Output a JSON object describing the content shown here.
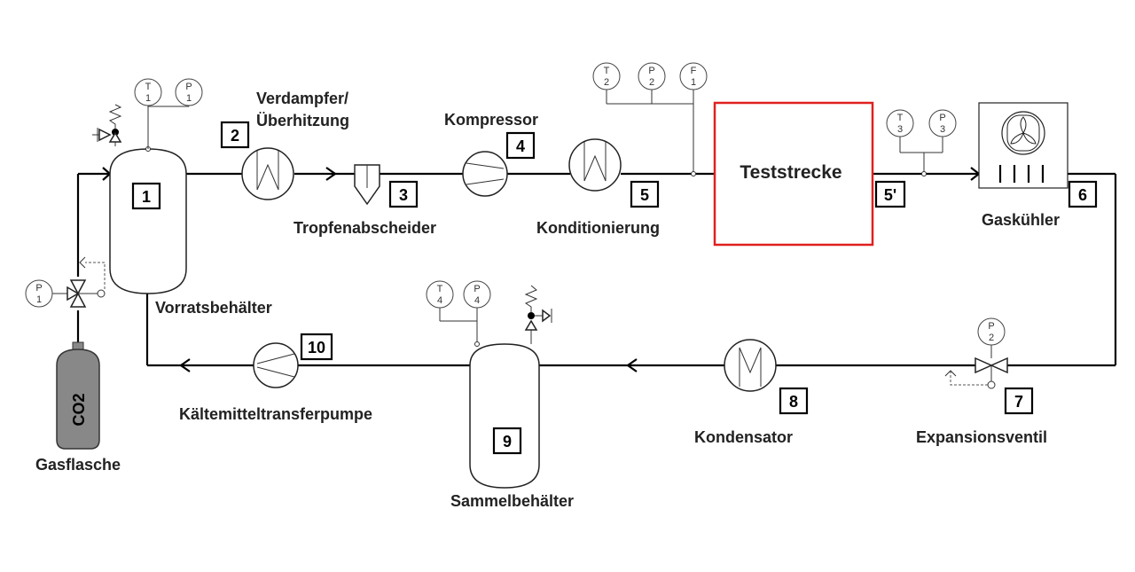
{
  "labels": {
    "verdampfer": "Verdampfer/",
    "verdampfer2": "Überhitzung",
    "kompressor": "Kompressor",
    "tropfen": "Tropfenabscheider",
    "konditionierung": "Konditionierung",
    "teststrecke": "Teststrecke",
    "gaskuehler": "Gaskühler",
    "vorrat": "Vorratsbehälter",
    "pumpe": "Kältemitteltransferpumpe",
    "sammel": "Sammelbehälter",
    "kondensator": "Kondensator",
    "expansion": "Expansionsventil",
    "gasflasche": "Gasflasche",
    "co2": "CO2"
  },
  "numbers": {
    "n1": "1",
    "n2": "2",
    "n3": "3",
    "n4": "4",
    "n5": "5",
    "n5p": "5'",
    "n6": "6",
    "n7": "7",
    "n8": "8",
    "n9": "9",
    "n10": "10"
  },
  "instruments": {
    "t1": [
      "T",
      "1"
    ],
    "p1a": [
      "P",
      "1"
    ],
    "t2": [
      "T",
      "2"
    ],
    "p2a": [
      "P",
      "2"
    ],
    "f1": [
      "F",
      "1"
    ],
    "t3": [
      "T",
      "3"
    ],
    "p3": [
      "P",
      "3"
    ],
    "t4": [
      "T",
      "4"
    ],
    "p4": [
      "P",
      "4"
    ],
    "p2b": [
      "P",
      "2"
    ],
    "p1b": [
      "P",
      "1"
    ]
  },
  "colors": {
    "teststrecke_border": "#e02020",
    "cylinder": "#888888"
  }
}
